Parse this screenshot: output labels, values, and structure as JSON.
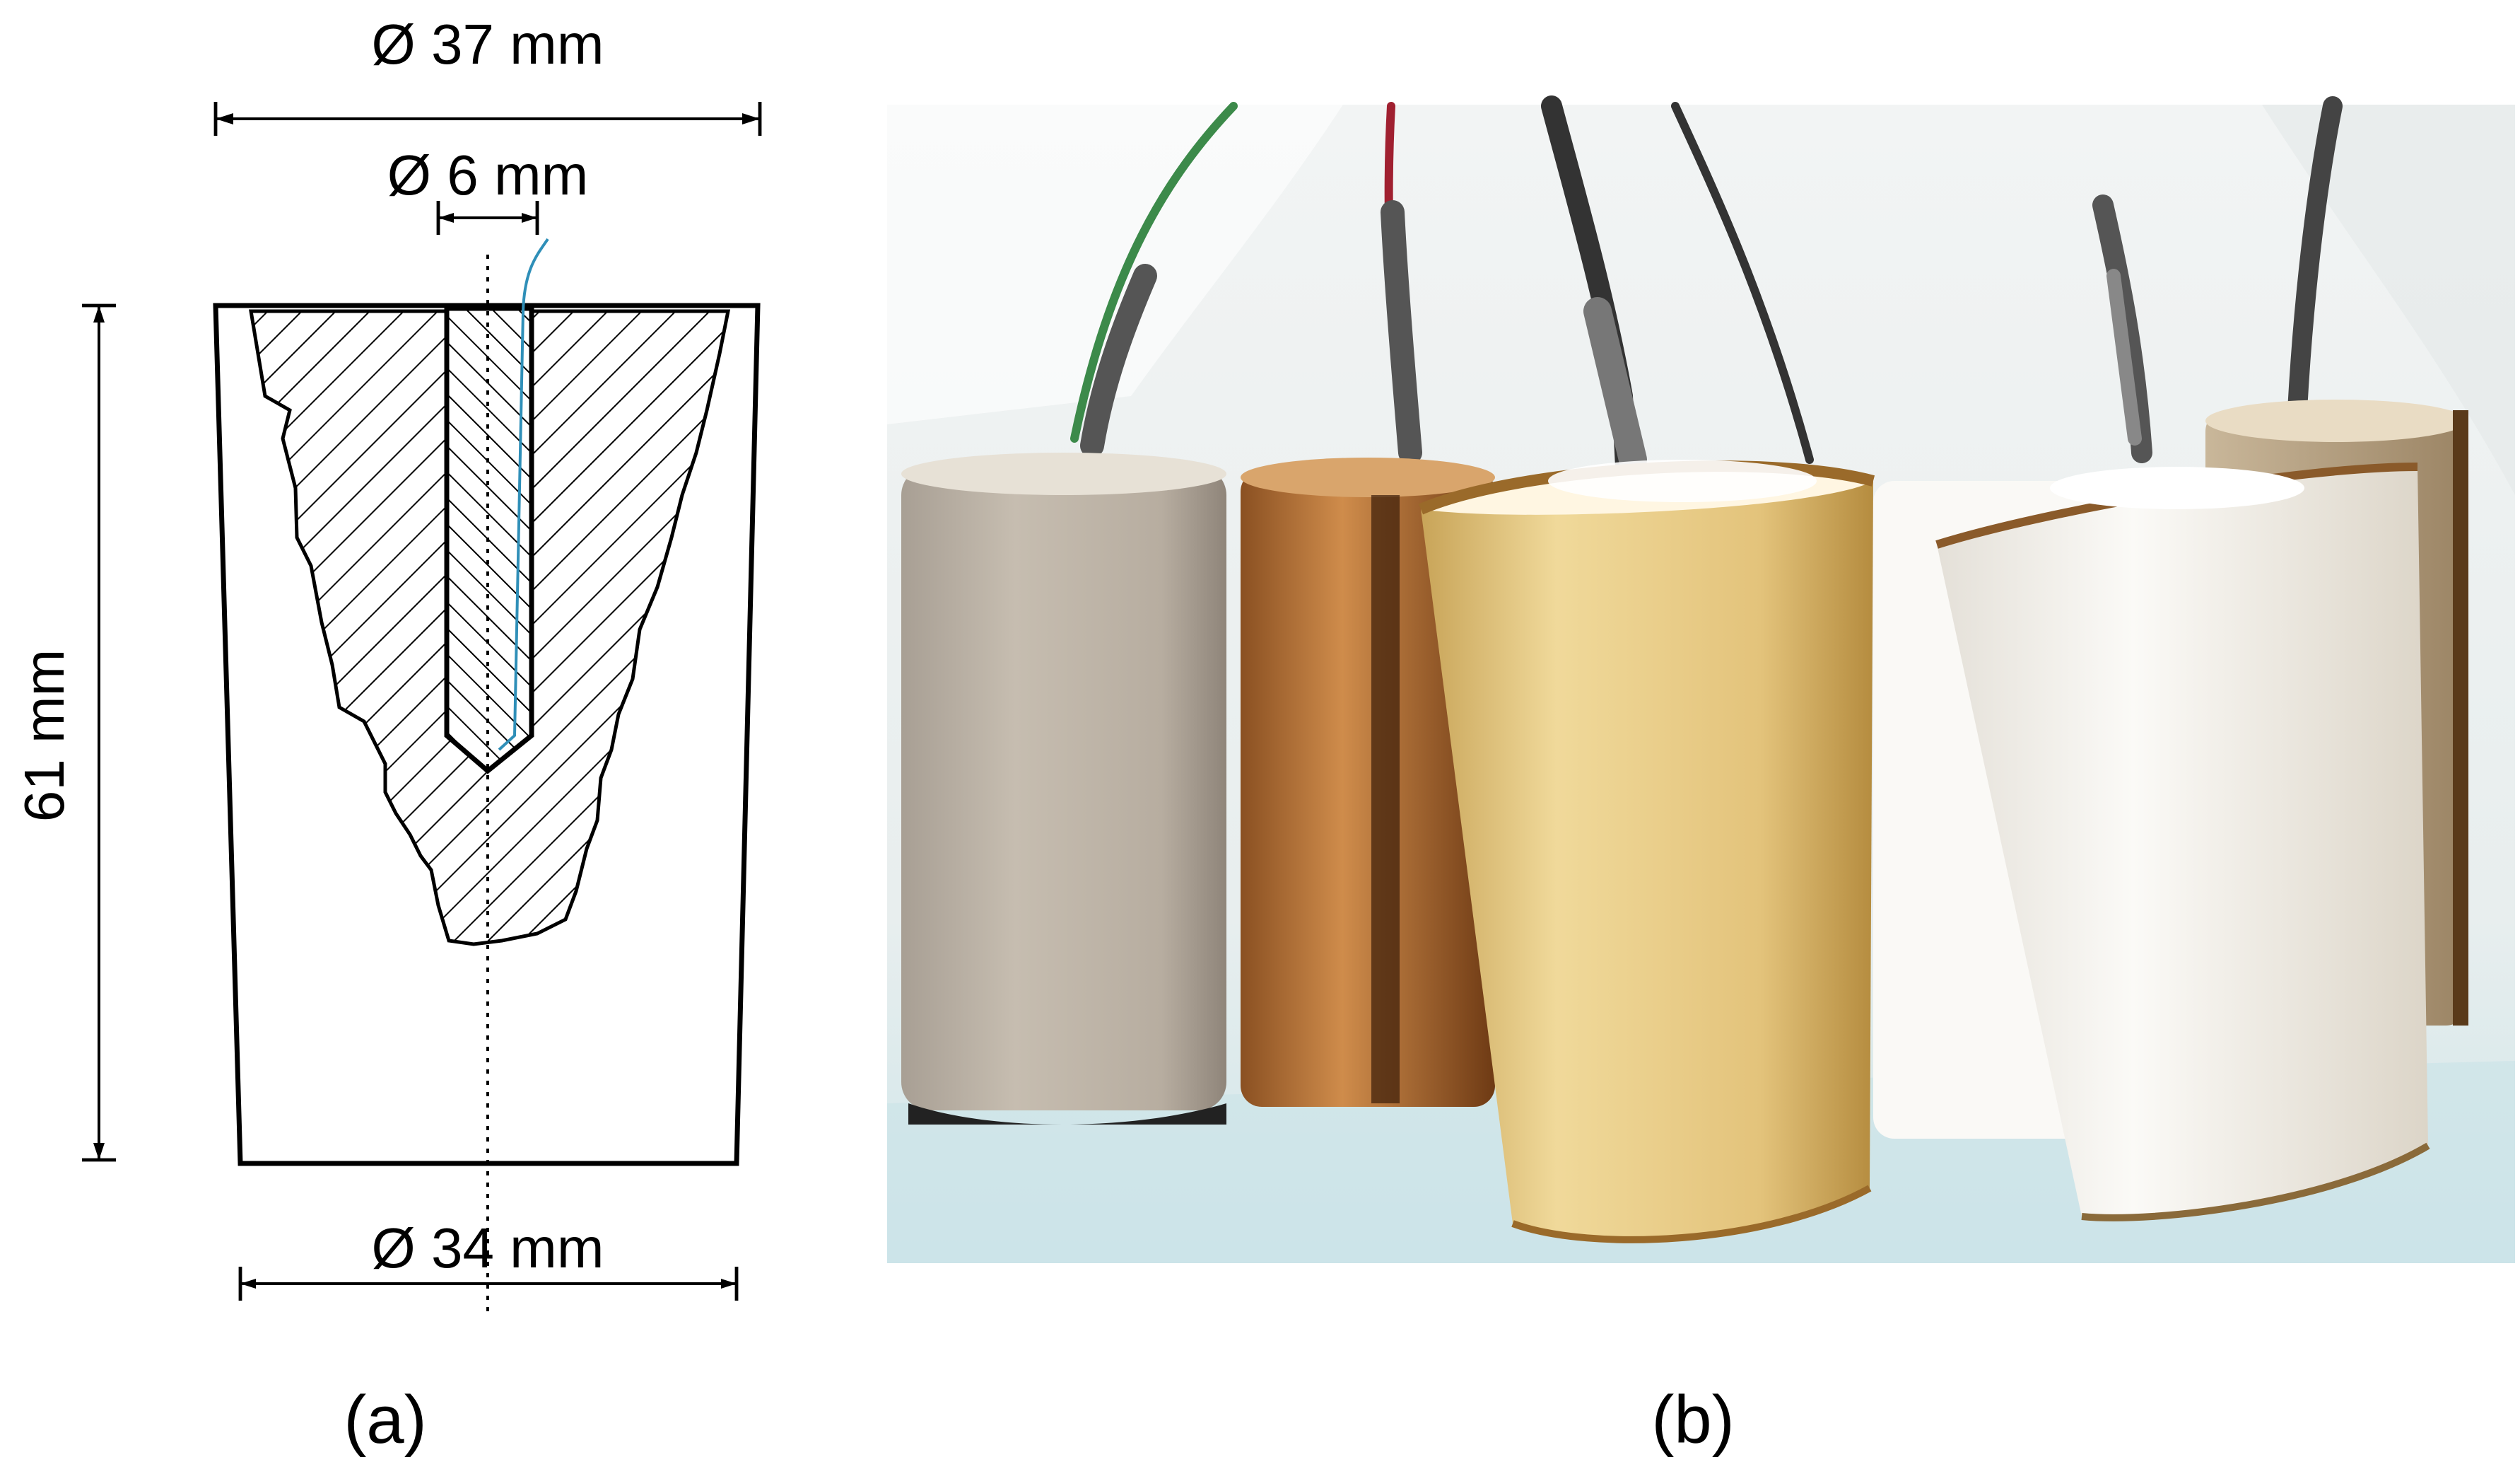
{
  "panel_a": {
    "top_diameter": "Ø 37 mm",
    "inner_diameter": "Ø 6 mm",
    "height": "61 mm",
    "bottom_diameter": "Ø 34 mm",
    "caption": "(a)"
  },
  "panel_b": {
    "caption": "(b)",
    "wire_colors": [
      "#3c8a4a",
      "#a02030",
      "#333333",
      "#333333",
      "#444444"
    ]
  }
}
